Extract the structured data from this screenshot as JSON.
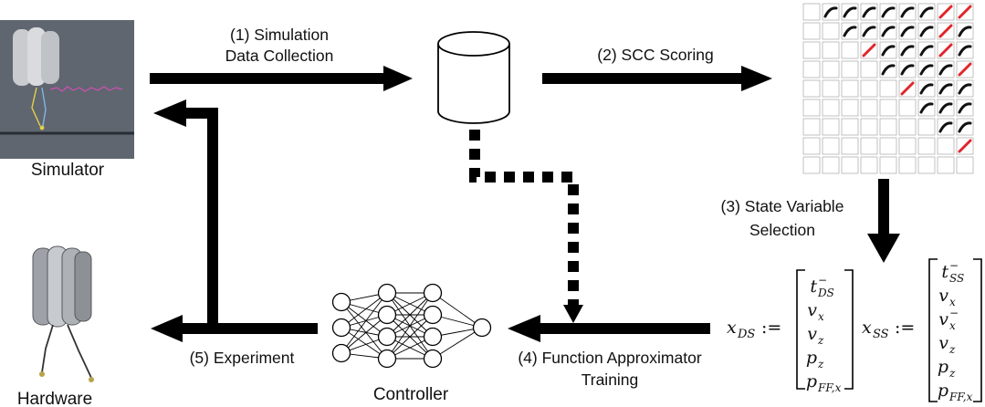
{
  "nodes": {
    "simulator": "Simulator",
    "hardware": "Hardware",
    "controller": "Controller"
  },
  "steps": {
    "step1_line1": "(1) Simulation",
    "step1_line2": "Data Collection",
    "step2": "(2) SCC Scoring",
    "step3_line1": "(3) State Variable",
    "step3_line2": "Selection",
    "step4_line1": "(4) Function Approximator",
    "step4_line2": "Training",
    "step5": "(5) Experiment"
  },
  "equations": {
    "xds_lhs": "x",
    "xds_sub": "DS",
    "xss_lhs": "x",
    "xss_sub": "SS",
    "assign": ":=",
    "xds_vector": [
      {
        "base": "t",
        "sup": "−",
        "sub": "DS"
      },
      {
        "base": "v",
        "sub": "x"
      },
      {
        "base": "v",
        "sub": "z"
      },
      {
        "base": "p",
        "sub": "z"
      },
      {
        "base": "p",
        "sub": "FF,x"
      }
    ],
    "xss_vector": [
      {
        "base": "t",
        "sup": "−",
        "sub": "SS"
      },
      {
        "base": "v",
        "sub": "x"
      },
      {
        "base": "v",
        "sup": "−",
        "sub": "x"
      },
      {
        "base": "v",
        "sub": "z"
      },
      {
        "base": "p",
        "sub": "z"
      },
      {
        "base": "p",
        "sub": "FF,x"
      }
    ]
  },
  "colors": {
    "arrow": "#000000",
    "simulator_bg": "#5f6670",
    "balloon": "#c9cbcf",
    "trace": "#d24fb4",
    "scatter_red": "#e0252b"
  }
}
